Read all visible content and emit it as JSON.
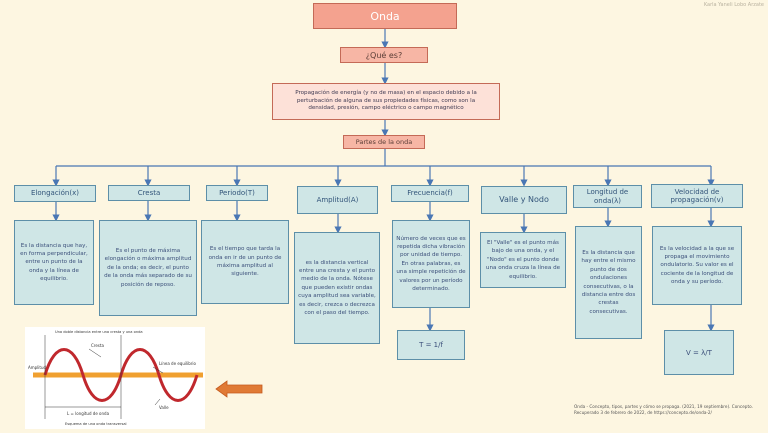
{
  "author": "Karla Yaneli Lobo Arzate",
  "title": "Onda",
  "question": "¿Qué es?",
  "definition": "Propagación de energía (y no de masa) en el espacio debido a la perturbación de alguna de sus propiedades físicas, como son la densidad, presión, campo eléctrico o campo magnético",
  "parts_label": "Partes de la onda",
  "parts": [
    {
      "name": "Elongación(x)",
      "description": "Es la distancia que hay, en forma perpendicular, entre un punto de la onda y la línea de equilibrio."
    },
    {
      "name": "Cresta",
      "description": "Es el punto de máxima elongación o máxima amplitud de la onda; es decir, el punto de la onda más separado de su posición de reposo."
    },
    {
      "name": "Periodo(T)",
      "description": "Es el tiempo que tarda la onda en ir de un punto de máxima amplitud al siguiente."
    },
    {
      "name": "Amplitud(A)",
      "description": "es la distancia vertical entre una cresta y el punto medio de la onda. Nótese que pueden existir ondas cuya amplitud sea variable, es decir, crezca o decrezca con el paso del tiempo."
    },
    {
      "name": "Frecuencia(f)",
      "description": "Número de veces que es repetida dicha vibración por unidad de tiempo. En otras palabras, es una simple repetición de valores por un período determinado.",
      "formula": "T = 1/f"
    },
    {
      "name": "Valle y Nodo",
      "description": "El \"Valle\" es el punto más bajo de una onda, y el \"Nodo\" es el punto donde una onda cruza la línea de equilibrio."
    },
    {
      "name": "Longitud de onda(λ)",
      "description": "Es la distancia que hay entre el mismo punto de dos ondulaciones consecutivas, o la distancia entre dos crestas consecutivas."
    },
    {
      "name": "Velocidad de propagación(v)",
      "description": "Es la velocidad a la que se propaga el movimiento ondulatorio. Su valor es el cociente de la longitud de onda y su período.",
      "formula": "V = λ/T"
    }
  ],
  "wave_figure": {
    "label_distance": "Una doble distancia entre una cresta y una onda",
    "label_crest": "Cresta",
    "label_amplitude": "Amplitud",
    "label_equilibrium": "Línea de equilibrio",
    "label_valley": "Valle",
    "label_wavelength": "L = longitud de onda",
    "caption": "Esquema de una onda transversal"
  },
  "citation": "Onda - Concepto, tipos, partes y cómo se propaga. (2021, 19 septiembre). Concepto. Recuperado 3 de febrero de 2022, de https://concepto.de/onda-2/"
}
